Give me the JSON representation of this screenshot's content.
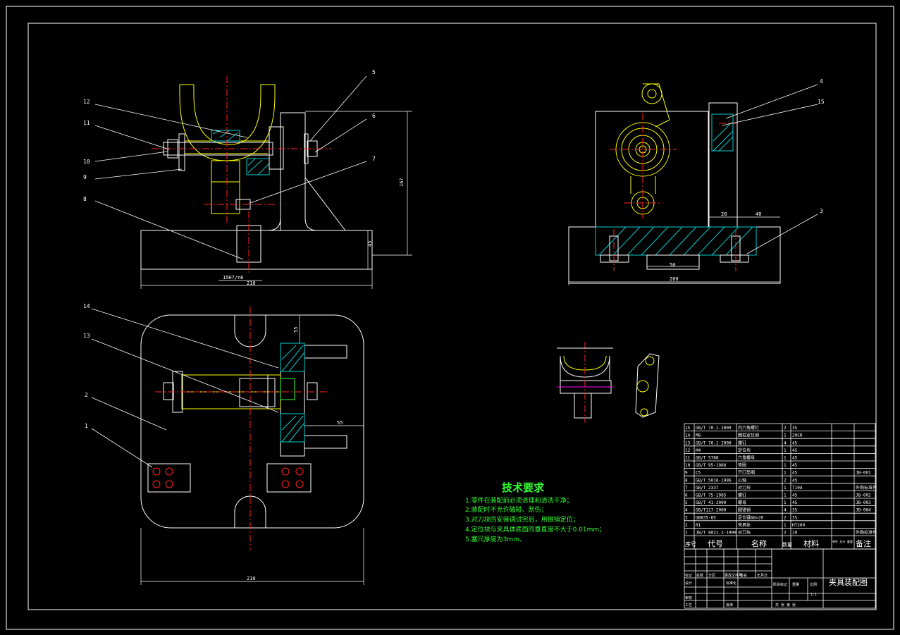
{
  "colors": {
    "background": "#000000",
    "outline": "#ffffff",
    "centerline": "#ff2222",
    "part": "#ffff00",
    "hatch": "#00cccc",
    "notes": "#33ff33",
    "highlight": "#ff00ff"
  },
  "front_view": {
    "callouts": [
      "12",
      "11",
      "10",
      "9",
      "8",
      "5",
      "6",
      "7"
    ],
    "dims": {
      "height": "167",
      "base_h": "45",
      "fit": "15H7/n6",
      "width": "210"
    }
  },
  "side_view": {
    "callouts": [
      "4",
      "15",
      "3"
    ],
    "dims": {
      "d1": "20",
      "d2": "40",
      "d3": "50",
      "width": "200"
    }
  },
  "top_view": {
    "callouts": [
      "14",
      "13",
      "2",
      "1"
    ],
    "dims": {
      "d1": "55",
      "d2": "55",
      "width": "210"
    }
  },
  "tech_requirements": {
    "title": "技术要求",
    "items": [
      "1.零件在装配前必须清理和清洗干净；",
      "2.装配时不允许磕碰、刮伤；",
      "3.对刀块的安装调试完后，用锥销定位；",
      "4.定位块与夹具体底面的垂直度不大于0.01mm；",
      "5.塞尺厚度为3mm。"
    ]
  },
  "bom": {
    "rows": [
      [
        "15",
        "GB/T 70.1-2000",
        "内六角螺钉",
        "2",
        "35",
        ""
      ],
      [
        "14",
        "M8",
        "圆柱定位销",
        "1",
        "20CR",
        ""
      ],
      [
        "13",
        "GB/T 70.1-2000",
        "螺钉",
        "4",
        "45",
        ""
      ],
      [
        "12",
        "M4",
        "定位块",
        "1",
        "45",
        ""
      ],
      [
        "11",
        "GB/T 5780",
        "六角螺母",
        "1",
        "45",
        ""
      ],
      [
        "10",
        "GB/T 95-1986",
        "垫圈",
        "1",
        "45",
        ""
      ],
      [
        "9",
        "C5",
        "开口垫圈",
        "1",
        "45",
        "JB-001"
      ],
      [
        "8",
        "GB/T 5016-1996",
        "心轴",
        "2",
        "45",
        ""
      ],
      [
        "7",
        "GB/T 2337",
        "对刀块",
        "1",
        "T10A",
        "外购标准件"
      ],
      [
        "6",
        "GB/T 75-1985",
        "螺钉",
        "1",
        "45",
        "JB-002"
      ],
      [
        "5",
        "GB/T 41-2000",
        "螺母",
        "1",
        "45",
        "JB-003"
      ],
      [
        "4",
        "GB/T117-2000",
        "圆锥销",
        "4",
        "35",
        "JB-004"
      ],
      [
        "3",
        "GB835-85",
        "定位键A8×20",
        "2",
        "35",
        ""
      ],
      [
        "2",
        "01",
        "夹具体",
        "1",
        "HT200",
        ""
      ],
      [
        "1",
        "JB/T 8021.2-1999",
        "对刀块",
        "2",
        "20",
        "外购标准件"
      ]
    ],
    "header": {
      "seq": "序号",
      "code": "代号",
      "name": "名称",
      "qty": "数量",
      "material": "材料",
      "weight": "单件 总计 重量",
      "remark": "备注"
    }
  },
  "title_block": {
    "drawing_title": "夹具装配图",
    "labels": [
      "标记",
      "处数",
      "分区",
      "更改文件号",
      "签名",
      "年月日",
      "设计",
      "标准化",
      "阶段标记",
      "重量",
      "比例",
      "审核",
      "工艺",
      "批准",
      "共 张 第 张"
    ],
    "scale": "1:1"
  }
}
